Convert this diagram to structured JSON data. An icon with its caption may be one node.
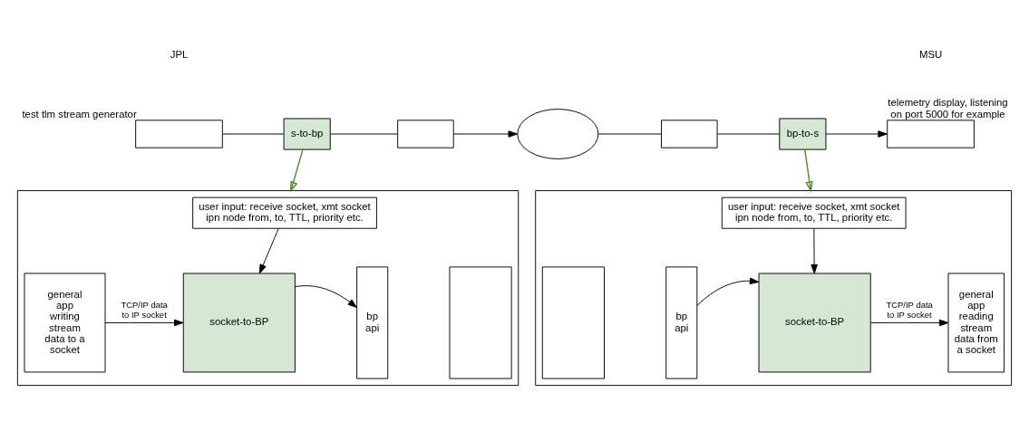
{
  "diagram": {
    "nodes": [
      {
        "text": [],
        "shape": "box",
        "beside": [
          "test tlm stream generator"
        ]
      },
      {
        "text": [
          "s-to-bp"
        ]
      },
      {
        "text": [],
        "shape": "box"
      },
      {
        "text": [],
        "shape": "cloud"
      },
      {
        "text": [],
        "shape": "box"
      },
      {
        "text": [
          "bp-to-s"
        ]
      },
      {
        "text": [],
        "shape": "box",
        "beside": [
          "telemetry display, listening on port 5000 for example"
        ]
      },
      {
        "text": [],
        "shape": "box"
      },
      {
        "text": [
          "user input: receive socket, xmt socket ipn node from, to, TTL, priority etc."
        ],
        "in": 7
      },
      {
        "text": [
          "general app writing stream data to a socket"
        ],
        "in": 7
      },
      {
        "text": [
          "socket-to-BP"
        ],
        "in": 7
      },
      {
        "text": [
          "bp api"
        ],
        "in": 7
      },
      {
        "text": [],
        "shape": "box",
        "in": 7
      },
      {
        "text": [],
        "shape": "box"
      },
      {
        "text": [
          "user input: receive socket, xmt socket ipn node from, to, TTL, priority etc."
        ],
        "in": 13
      },
      {
        "text": [],
        "shape": "box",
        "in": 13
      },
      {
        "text": [
          "bp api"
        ],
        "in": 13
      },
      {
        "text": [
          "socket-to-BP"
        ],
        "in": 13
      },
      {
        "text": [
          "general app reading stream data from a socket"
        ],
        "in": 13
      }
    ],
    "edges": [
      {
        "from": 0,
        "to": 1,
        "arrow": "none"
      },
      {
        "from": 1,
        "to": 2,
        "arrow": "none"
      },
      {
        "from": 2,
        "to": 3,
        "arrow": "to"
      },
      {
        "from": 3,
        "to": 4,
        "arrow": "none"
      },
      {
        "from": 4,
        "to": 5,
        "arrow": "none"
      },
      {
        "from": 5,
        "to": 6,
        "arrow": "to"
      },
      {
        "from": 1,
        "to": 7,
        "arrow": "to",
        "color": "#4d8c2a"
      },
      {
        "from": 5,
        "to": 13,
        "arrow": "to",
        "color": "#4d8c2a"
      },
      {
        "from": 8,
        "to": 10,
        "arrow": "to"
      },
      {
        "from": 9,
        "to": 10,
        "arrow": "to",
        "label": "TCP/IP data to IP socket"
      },
      {
        "from": 10,
        "to": 11,
        "arrow": "to"
      },
      {
        "from": 14,
        "to": 17,
        "arrow": "to"
      },
      {
        "from": 16,
        "to": 17,
        "arrow": "to"
      },
      {
        "from": 17,
        "to": 18,
        "arrow": "to",
        "label": "TCP/IP data to IP socket"
      }
    ],
    "labels": [
      "JPL",
      "MSU"
    ]
  }
}
